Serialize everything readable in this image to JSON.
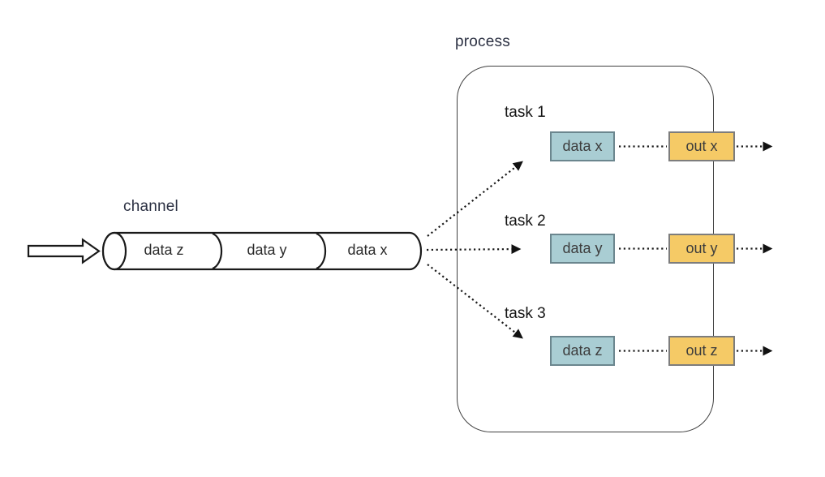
{
  "channel": {
    "label": "channel",
    "segments": [
      "data z",
      "data y",
      "data x"
    ]
  },
  "process": {
    "label": "process",
    "tasks": [
      {
        "label": "task 1",
        "input": "data x",
        "output": "out x"
      },
      {
        "label": "task 2",
        "input": "data y",
        "output": "out y"
      },
      {
        "label": "task 3",
        "input": "data z",
        "output": "out z"
      }
    ]
  },
  "colors": {
    "data_box_fill": "#a9cdd3",
    "data_box_border": "#6b868e",
    "out_box_fill": "#f5ca66",
    "out_box_border": "#7d7d7d",
    "label_color": "#2c3143",
    "line_color": "#1a1a1a"
  }
}
